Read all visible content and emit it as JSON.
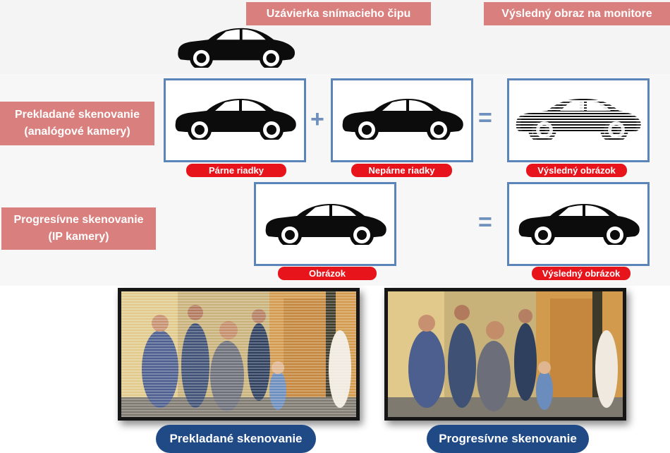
{
  "headers": {
    "shutter": "Uzávierka snímacieho čipu",
    "result": "Výsledný obraz na monitore"
  },
  "rows": {
    "interlaced": {
      "label_line1": "Prekladané skenovanie",
      "label_line2": "(analógové kamery)",
      "even_label": "Párne riadky",
      "odd_label": "Nepárne riadky",
      "result_label": "Výsledný obrázok",
      "plus": "+",
      "equals": "="
    },
    "progressive": {
      "label_line1": "Progresívne skenovanie",
      "label_line2": "(IP kamery)",
      "image_label": "Obrázok",
      "result_label": "Výsledný obrázok",
      "equals": "="
    }
  },
  "photos": {
    "left_caption": "Prekladané skenovanie",
    "right_caption": "Progresívne skenovanie"
  },
  "colors": {
    "header_bg": "#d9807e",
    "frame_border": "#5b84b8",
    "pill_red": "#e8141c",
    "caption_blue": "#1f4a86",
    "operator": "#6f8fbd"
  },
  "icons": [
    "car-icon"
  ]
}
